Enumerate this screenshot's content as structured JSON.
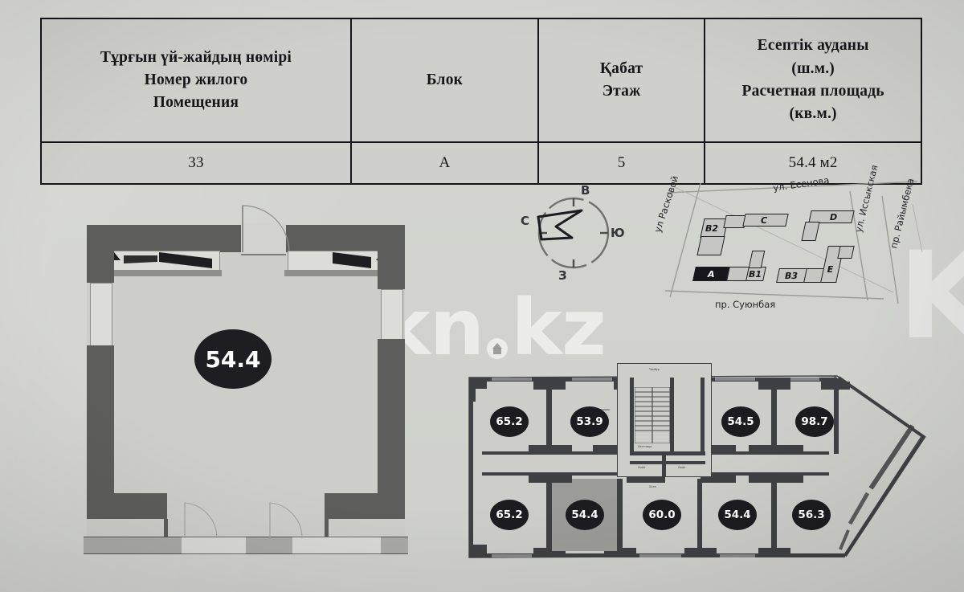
{
  "document": {
    "watermark": "kn",
    "watermark_tld": "kz",
    "watermark_corner": "K"
  },
  "table": {
    "headers": [
      {
        "lines": [
          "Тұрғын үй-жайдың нөмірі",
          "Номер жилого",
          "Помещения"
        ]
      },
      {
        "lines": [
          "Блок"
        ]
      },
      {
        "lines": [
          "Қабат",
          "Этаж"
        ]
      },
      {
        "lines": [
          "Есептік ауданы",
          "(ш.м.)",
          "Расчетная площадь",
          "(кв.м.)"
        ]
      }
    ],
    "row": {
      "unit_number": "33",
      "block": "A",
      "floor": "5",
      "area": "54.4 м2"
    }
  },
  "unit_plan": {
    "area_label": "54.4"
  },
  "compass": {
    "north": "С",
    "east": "В",
    "south": "Ю",
    "west": "З"
  },
  "site_map": {
    "streets": {
      "top": "ул. Есенова",
      "left": "ул Расковой",
      "right_inner": "ул. Иссыкская",
      "right_outer": "пр. Райымбека",
      "bottom": "пр. Суюнбая"
    },
    "blocks": [
      {
        "label": "B2",
        "selected": false
      },
      {
        "label": "C",
        "selected": false
      },
      {
        "label": "D",
        "selected": false
      },
      {
        "label": "A",
        "selected": true
      },
      {
        "label": "B1",
        "selected": false
      },
      {
        "label": "B3",
        "selected": false
      },
      {
        "label": "E",
        "selected": false
      }
    ]
  },
  "floor_plan": {
    "units_top": [
      "65.2",
      "53.9",
      "54.5",
      "98.7"
    ],
    "units_bottom": [
      "65.2",
      "54.4",
      "60.0",
      "54.4",
      "56.3"
    ],
    "selected_unit": "54.4",
    "core_labels": [
      "Лестница",
      "Тамбур",
      "Лифт",
      "Лифт",
      "Коридор",
      "Холл"
    ]
  },
  "colors": {
    "paper": "#d3d4cf",
    "ink": "#16161a",
    "badge": "#1b1b20",
    "wall": "#3f4044",
    "selected_fill": "#9b9c97"
  }
}
